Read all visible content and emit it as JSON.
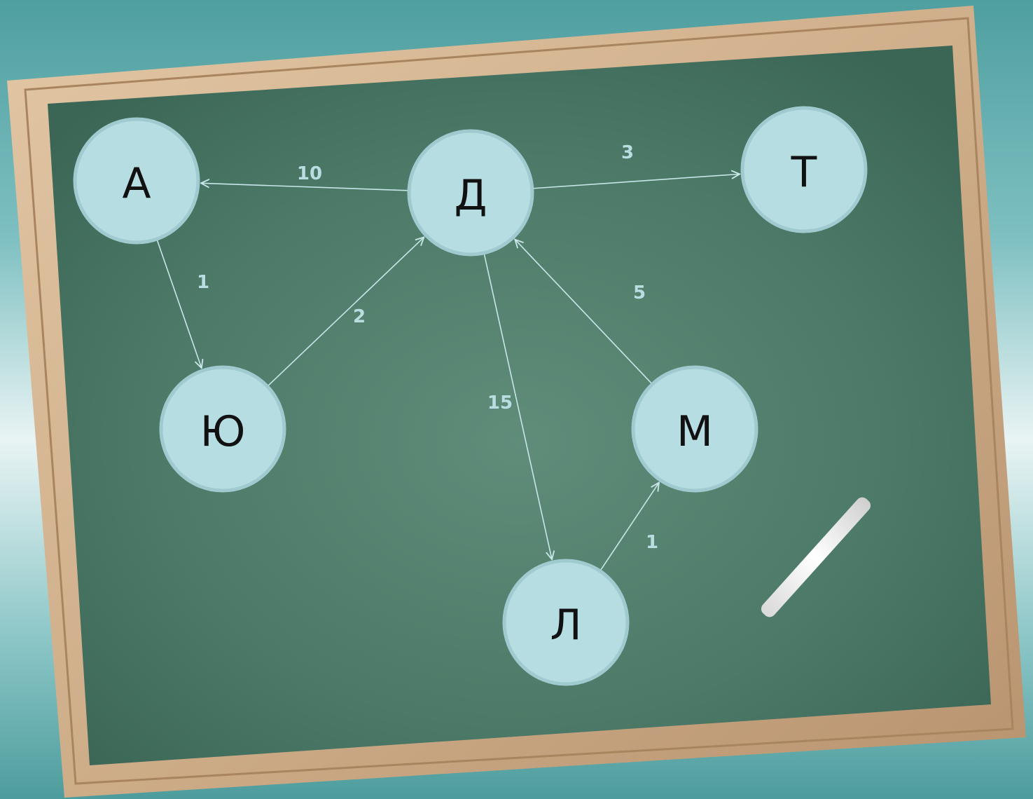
{
  "colors": {
    "board": "#3f6b5b",
    "frame": "#d2b08c",
    "node_fill": "#b6dde2",
    "node_stroke": "#9fcad0",
    "edge": "#c8e6e8",
    "edge_label": "#b9dde0",
    "node_text": "#111111"
  },
  "graph": {
    "nodes": [
      {
        "id": "A",
        "label": "А"
      },
      {
        "id": "D",
        "label": "Д"
      },
      {
        "id": "T",
        "label": "Т"
      },
      {
        "id": "Yu",
        "label": "Ю"
      },
      {
        "id": "M",
        "label": "М"
      },
      {
        "id": "L",
        "label": "Л"
      }
    ],
    "edges": [
      {
        "from": "D",
        "to": "A",
        "weight": "10"
      },
      {
        "from": "D",
        "to": "T",
        "weight": "3"
      },
      {
        "from": "A",
        "to": "Yu",
        "weight": "1"
      },
      {
        "from": "Yu",
        "to": "D",
        "weight": "2"
      },
      {
        "from": "D",
        "to": "L",
        "weight": "15"
      },
      {
        "from": "M",
        "to": "D",
        "weight": "5"
      },
      {
        "from": "L",
        "to": "M",
        "weight": "1"
      }
    ]
  }
}
